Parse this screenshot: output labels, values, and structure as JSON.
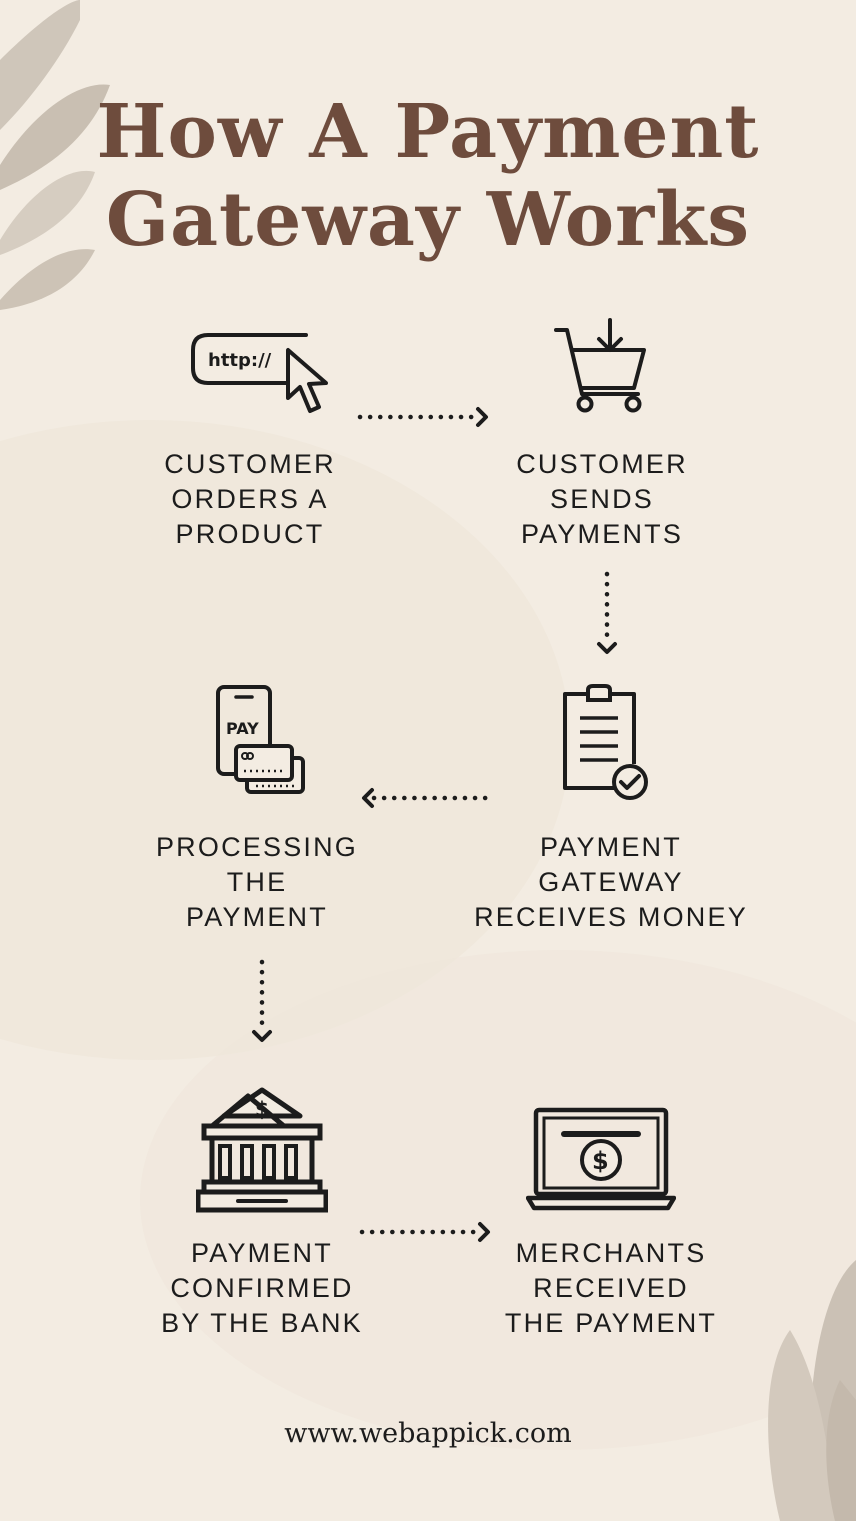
{
  "title": {
    "line1": "How A Payment",
    "line2": "Gateway Works"
  },
  "steps": [
    {
      "line1": "CUSTOMER",
      "line2": "ORDERS A",
      "line3": "PRODUCT",
      "icon": "http-cursor-icon",
      "icon_text": "http://"
    },
    {
      "line1": "CUSTOMER",
      "line2": "SENDS",
      "line3": "PAYMENTS",
      "icon": "shopping-cart-icon"
    },
    {
      "line1": "PAYMENT",
      "line2": "GATEWAY",
      "line3": "RECEIVES MONEY",
      "icon": "clipboard-check-icon"
    },
    {
      "line1": "PROCESSING",
      "line2": "THE",
      "line3": "PAYMENT",
      "icon": "phone-pay-card-icon",
      "icon_text": "PAY"
    },
    {
      "line1": "PAYMENT",
      "line2": "CONFIRMED",
      "line3": "BY THE BANK",
      "icon": "bank-icon",
      "icon_text": "$"
    },
    {
      "line1": "MERCHANTS",
      "line2": "RECEIVED",
      "line3": "THE PAYMENT",
      "icon": "laptop-dollar-icon",
      "icon_text": "$"
    }
  ],
  "footer": "www.webappick.com",
  "colors": {
    "background": "#f3ece2",
    "title": "#6e4c3d",
    "text": "#1c1c1c",
    "leaf": "#cdc3b7"
  }
}
